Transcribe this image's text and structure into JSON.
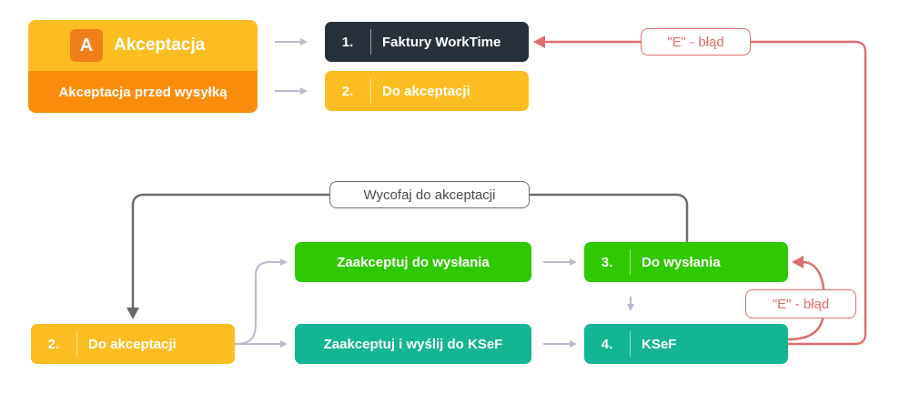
{
  "header_card": {
    "badge_letter": "A",
    "title": "Akceptacja",
    "subtitle": "Akceptacja przed wysyłką"
  },
  "states": {
    "faktury": {
      "num": "1.",
      "label": "Faktury WorkTime"
    },
    "do_akceptacji_top": {
      "num": "2.",
      "label": "Do akceptacji"
    },
    "do_akceptacji_bottom": {
      "num": "2.",
      "label": "Do akceptacji"
    },
    "do_wyslania": {
      "num": "3.",
      "label": "Do wysłania"
    },
    "ksef": {
      "num": "4.",
      "label": "KSeF"
    }
  },
  "actions": {
    "zaakceptuj_do_wyslania": "Zaakceptuj do wysłania",
    "zaakceptuj_i_wyslij": "Zaakceptuj i wyślij do KSeF"
  },
  "edge_labels": {
    "wycofaj": "Wycofaj do akceptacji",
    "error_top": "\"E\" - błąd",
    "error_small": "\"E\" - błąd"
  },
  "colors": {
    "orange_light": "#fbbd22",
    "orange_dark": "#fb8c0b",
    "badge": "#f07e19",
    "dark": "#27313b",
    "green": "#30c800",
    "teal": "#14b592",
    "error": "#e06d6d",
    "gray_arrow": "#b8bcd0",
    "gray_line": "#6b6b6b"
  }
}
